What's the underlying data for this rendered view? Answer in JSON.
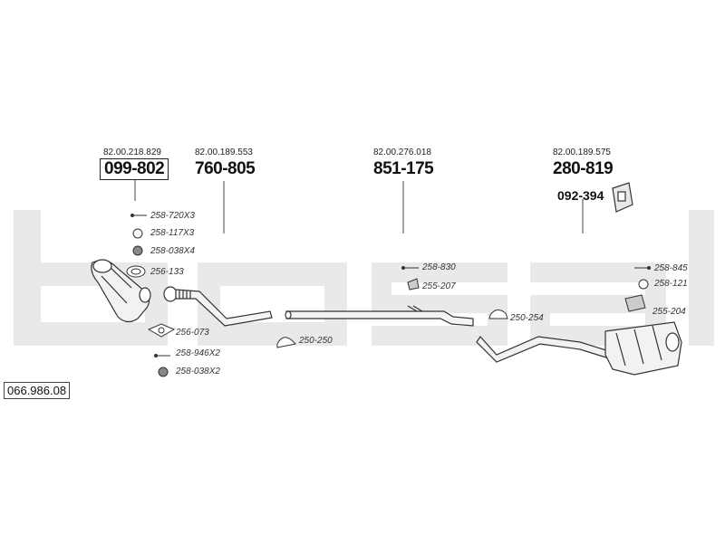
{
  "watermark": {
    "text": "bosal",
    "color": "#e6e6e6"
  },
  "reference": {
    "number": "066.986.08"
  },
  "main_parts": [
    {
      "oem": "82.00.218.829",
      "part": "099-802",
      "boxed": true
    },
    {
      "oem": "82.00.189.553",
      "part": "760-805",
      "boxed": false
    },
    {
      "oem": "82.00.276.018",
      "part": "851-175",
      "boxed": false
    },
    {
      "oem": "82.00.189.575",
      "part": "280-819",
      "boxed": false
    }
  ],
  "sub_part": {
    "part": "092-394"
  },
  "accessories": [
    "258-720X3",
    "258-117X3",
    "258-038X4",
    "256-133",
    "256-073",
    "258-946X2",
    "258-038X2",
    "250-250",
    "258-830",
    "255-207",
    "250-254",
    "258-845",
    "258-121",
    "255-204"
  ]
}
